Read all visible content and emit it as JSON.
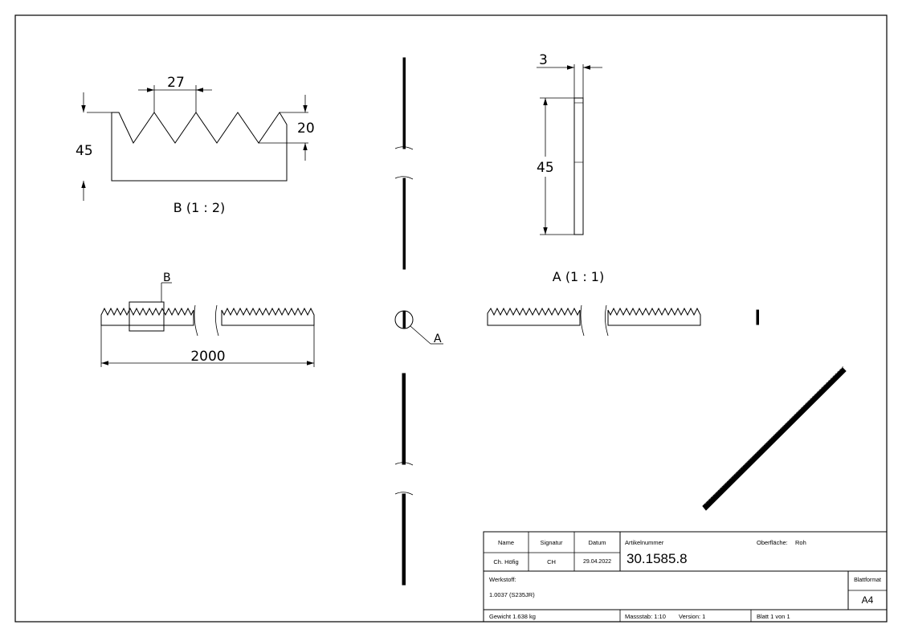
{
  "dimensions": {
    "pitch": "27",
    "tooth_height": "20",
    "height_detail": "45",
    "height_section": "45",
    "thickness": "3",
    "length": "2000"
  },
  "views": {
    "detail_label": "B (1 : 2)",
    "section_label": "A (1 : 1)",
    "detail_callout": "B",
    "section_callout": "A"
  },
  "title_block": {
    "headers": {
      "name": "Name",
      "signatur": "Signatur",
      "datum": "Datum",
      "artikelnummer": "Artikelnummer",
      "oberflaeche": "Oberfläche:",
      "blattformat": "Blattformat"
    },
    "values": {
      "name": "Ch. Höfig",
      "signatur": "CH",
      "datum": "29.04.2022",
      "artikelnummer": "30.1585.8",
      "oberflaeche": "Roh",
      "blattformat": "A4"
    },
    "werkstoff_label": "Werkstoff:",
    "werkstoff_value": "1.0037 (S235JR)",
    "gewicht": "Gewicht 1.638 kg",
    "massstab": "Massstab: 1:10",
    "version": "Version: 1",
    "blatt": "Blatt 1 von 1"
  }
}
